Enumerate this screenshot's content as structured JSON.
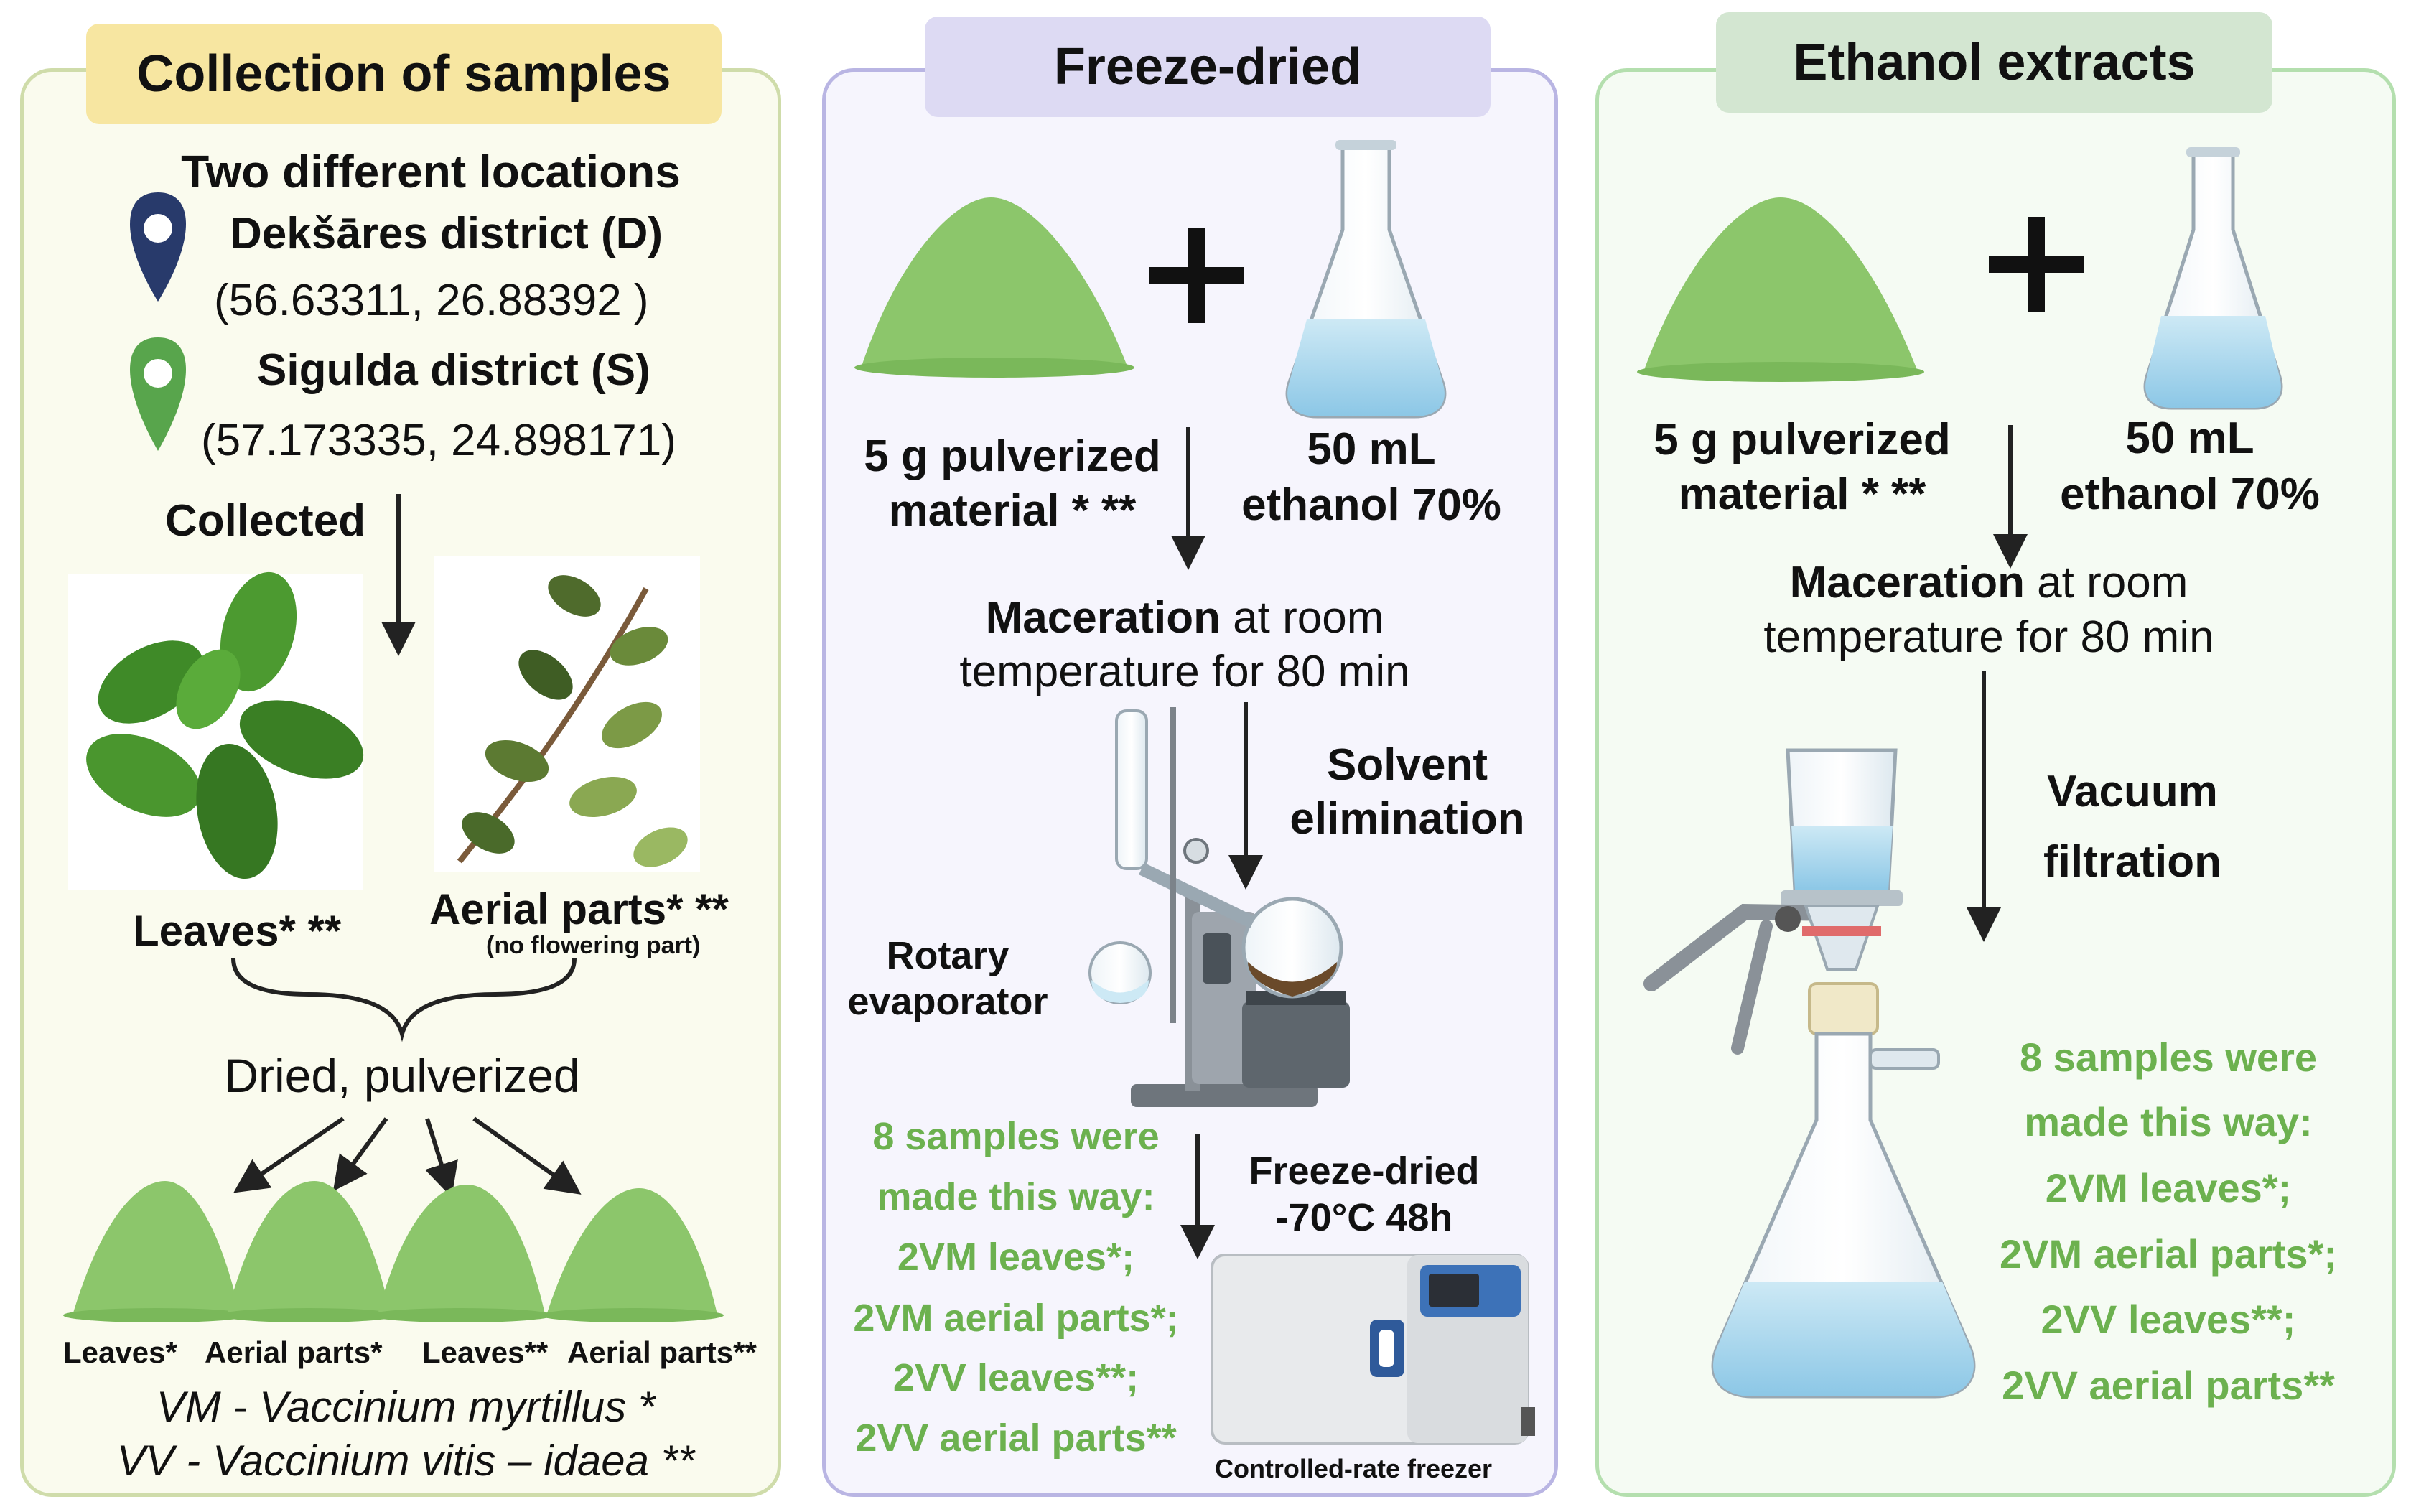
{
  "colors": {
    "panel1_bg": "#fafbee",
    "panel1_border": "#cfdcaa",
    "title1_bg": "#f7e6a1",
    "panel2_bg": "#f6f5fd",
    "panel2_border": "#b9b5e3",
    "title2_bg": "#dddaf3",
    "panel3_bg": "#f5fbf3",
    "panel3_border": "#b4dfae",
    "title3_bg": "#d3e6d1",
    "accent_green": "#6cb14f",
    "powder_green": "#8cc66b",
    "pin_navy": "#283a6b",
    "pin_green": "#58a54c"
  },
  "panel1": {
    "title": "Collection of samples",
    "locations_heading": "Two different locations",
    "loc1_name": "Dekšāres district (D)",
    "loc1_coords": "(56.63311, 26.88392 )",
    "loc2_name": "Sigulda district (S)",
    "loc2_coords": "(57.173335, 24.898171)",
    "collected": "Collected",
    "leaves": "Leaves* **",
    "aerial": "Aerial parts* **",
    "aerial_note": "(no flowering part)",
    "dried": "Dried, pulverized",
    "pile_labels": [
      "Leaves*",
      "Aerial parts*",
      "Leaves**",
      "Aerial parts**"
    ],
    "vm": "VM - Vaccinium myrtillus *",
    "vv": "VV - Vaccinium vitis – idaea **"
  },
  "panel2": {
    "title": "Freeze-dried",
    "mat1": "5 g pulverized",
    "mat2": "material * **",
    "eth1": "50 mL",
    "eth2": "ethanol 70%",
    "mac_bold": "Maceration",
    "mac_rest": " at room",
    "mac2": "temperature for 80 min",
    "solv1": "Solvent",
    "solv2": "elimination",
    "rot1": "Rotary",
    "rot2": "evaporator",
    "samples": [
      "8 samples were",
      "made this way:",
      "2VM leaves*;",
      "2VM aerial parts*;",
      "2VV leaves**;",
      "2VV aerial parts**"
    ],
    "fd1": "Freeze-dried",
    "fd2": "-70°C 48h",
    "freezer": "Controlled-rate freezer"
  },
  "panel3": {
    "title": "Ethanol extracts",
    "mat1": "5 g pulverized",
    "mat2": "material * **",
    "eth1": "50 mL",
    "eth2": "ethanol 70%",
    "mac_bold": "Maceration",
    "mac_rest": " at room",
    "mac2": "temperature for 80 min",
    "vac1": "Vacuum",
    "vac2": "filtration",
    "samples": [
      "8 samples were",
      "made this way:",
      "2VM leaves*;",
      "2VM aerial parts*;",
      "2VV leaves**;",
      "2VV aerial parts**"
    ]
  }
}
